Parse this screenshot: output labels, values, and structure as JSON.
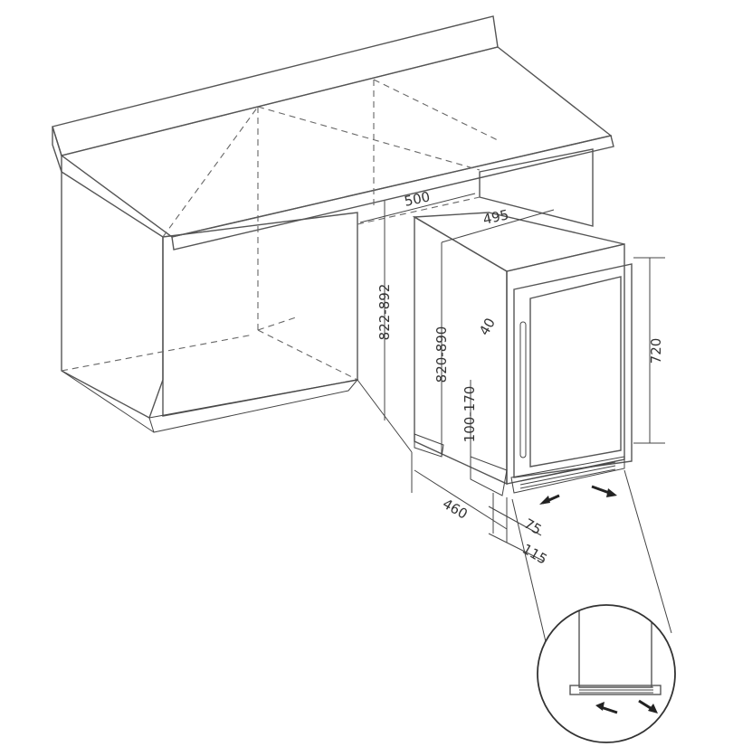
{
  "dimensions": {
    "depth_cabinet": "500",
    "width": "495",
    "height_cabinet": "822-892",
    "height_unit": "820-890",
    "height_door": "720",
    "handle_offset": "40",
    "plinth_height": "100-170",
    "depth_unit": "460",
    "plinth_recess": "75",
    "plinth_depth": "115"
  },
  "colors": {
    "line": "#555555",
    "panel_gray": "#d6d6d6",
    "panel_dark": "#b9b9b9",
    "counter": "#f4f4f4",
    "glass": "#a9a9a9"
  }
}
